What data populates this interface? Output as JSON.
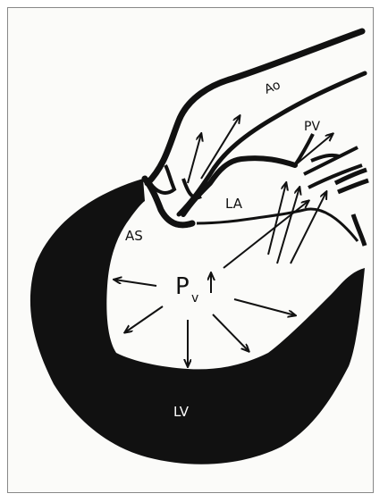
{
  "labels": {
    "ao": "Ao",
    "pv_vessel": "PV",
    "la": "LA",
    "as": "AS",
    "pressure_main": "P",
    "pressure_sub": "v",
    "lv": "LV"
  },
  "colors": {
    "ink": "#111111",
    "paper": "#fbfbf9",
    "frame": "#888888"
  }
}
